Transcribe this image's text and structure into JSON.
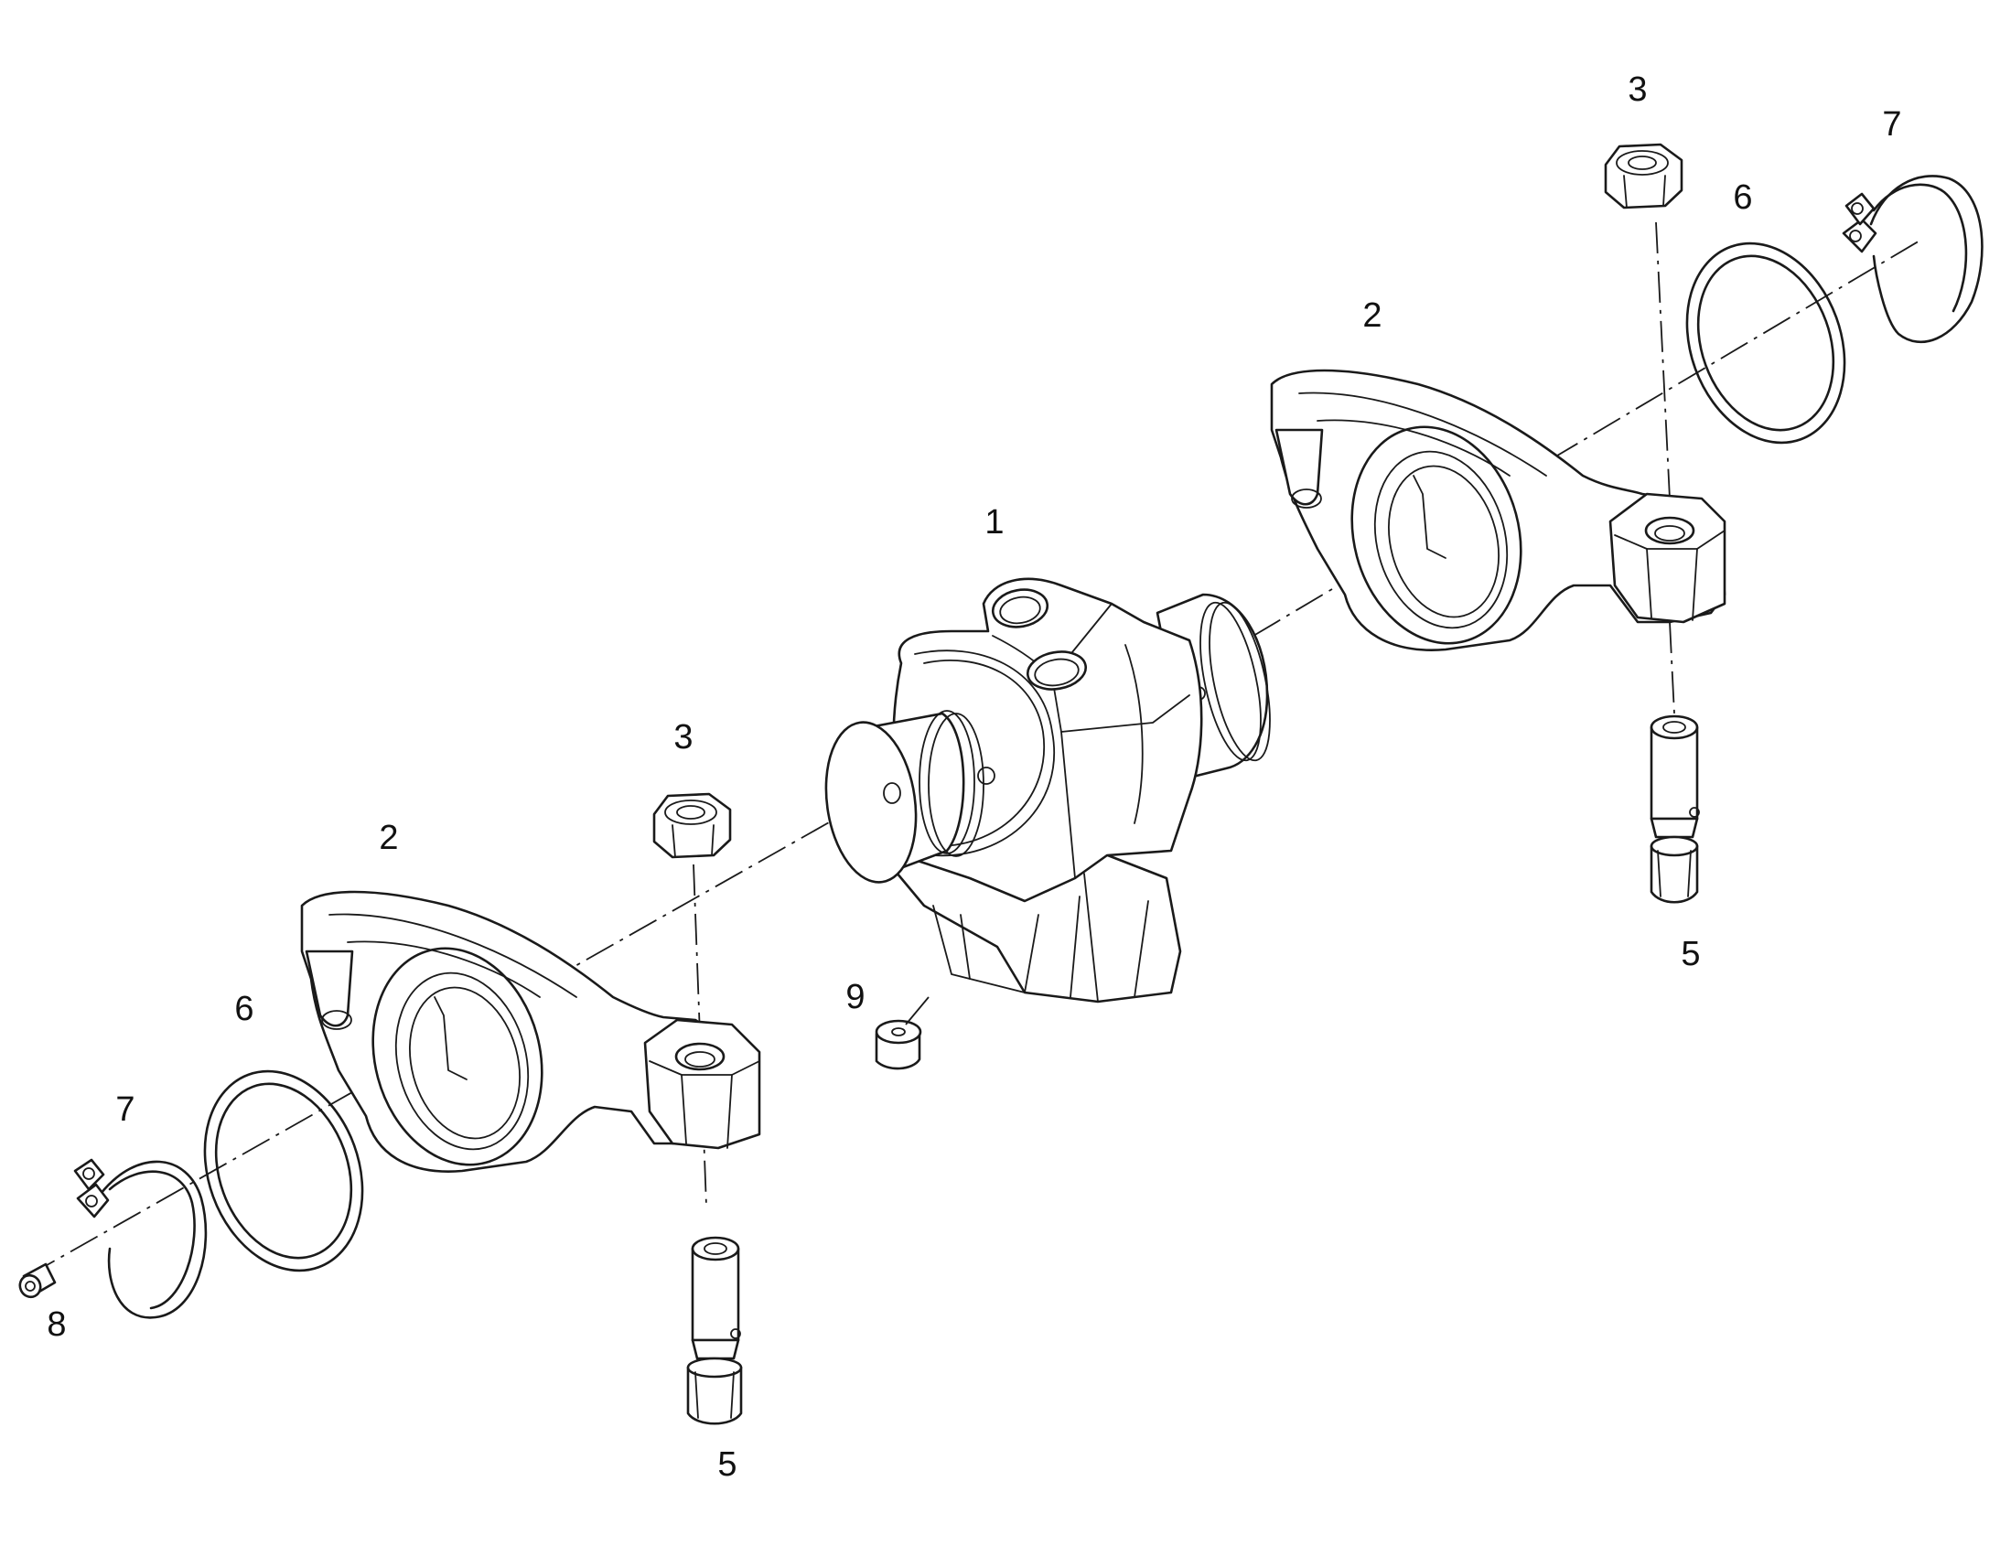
{
  "callouts": {
    "c1": "1",
    "c2_left": "2",
    "c2_right": "2",
    "c3_left": "3",
    "c3_right": "3",
    "c5_left": "5",
    "c5_right": "5",
    "c6_left": "6",
    "c6_right": "6",
    "c7_left": "7",
    "c7_right": "7",
    "c8": "8",
    "c9": "9"
  }
}
